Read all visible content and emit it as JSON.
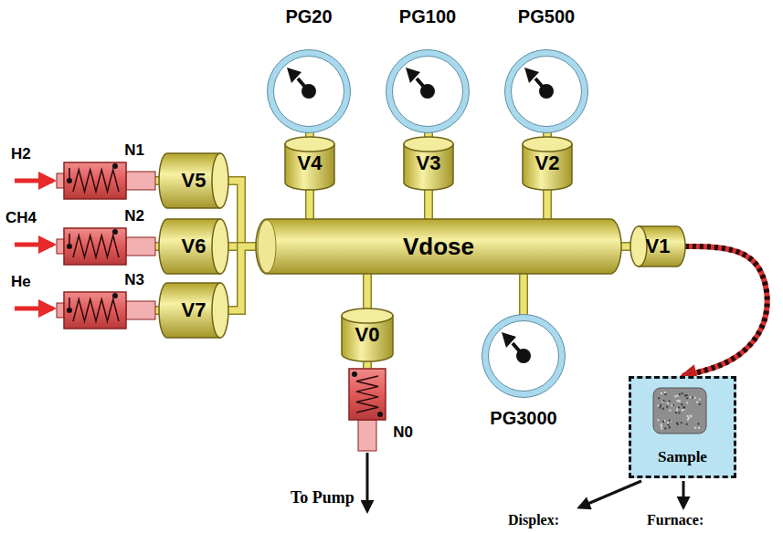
{
  "diagram": {
    "nodes": [
      {
        "text": [
          "PG20"
        ]
      },
      {
        "text": [
          "PG100"
        ]
      },
      {
        "text": [
          "PG500"
        ]
      },
      {
        "text": [
          "V4"
        ]
      },
      {
        "text": [
          "V3"
        ]
      },
      {
        "text": [
          "V2"
        ]
      },
      {
        "text": [
          "N1"
        ]
      },
      {
        "text": [
          "V5"
        ]
      },
      {
        "text": [
          "Vdose"
        ]
      },
      {
        "text": [
          "V1"
        ]
      },
      {
        "text": [
          "N2"
        ]
      },
      {
        "text": [
          "V6"
        ]
      },
      {
        "text": [
          "N3"
        ]
      },
      {
        "text": [
          "V7"
        ]
      },
      {
        "text": [
          "V0"
        ]
      },
      {
        "text": [
          "PG3000"
        ]
      },
      {
        "text": [
          "N0"
        ]
      },
      {
        "text": [
          "Sample"
        ]
      }
    ],
    "edges": [
      {
        "from": 3,
        "to": 0,
        "arrow": "none"
      },
      {
        "from": 4,
        "to": 1,
        "arrow": "none"
      },
      {
        "from": 5,
        "to": 2,
        "arrow": "none"
      },
      {
        "from": 8,
        "to": 3,
        "arrow": "none"
      },
      {
        "from": 8,
        "to": 4,
        "arrow": "none"
      },
      {
        "from": 8,
        "to": 5,
        "arrow": "none"
      },
      {
        "from": 6,
        "to": 7,
        "arrow": "none"
      },
      {
        "from": 10,
        "to": 11,
        "arrow": "none"
      },
      {
        "from": 12,
        "to": 13,
        "arrow": "none"
      },
      {
        "from": 7,
        "to": 8,
        "arrow": "none"
      },
      {
        "from": 11,
        "to": 8,
        "arrow": "none"
      },
      {
        "from": 13,
        "to": 8,
        "arrow": "none"
      },
      {
        "from": 8,
        "to": 9,
        "arrow": "none"
      },
      {
        "from": 8,
        "to": 14,
        "arrow": "none"
      },
      {
        "from": 8,
        "to": 15,
        "arrow": "none"
      },
      {
        "from": 14,
        "to": 16,
        "arrow": "none"
      },
      {
        "from": 9,
        "to": 17,
        "arrow": "to"
      }
    ],
    "labels": [
      "H2",
      "CH4",
      "He",
      "To Pump",
      "Displex:",
      "Furnace:"
    ]
  }
}
